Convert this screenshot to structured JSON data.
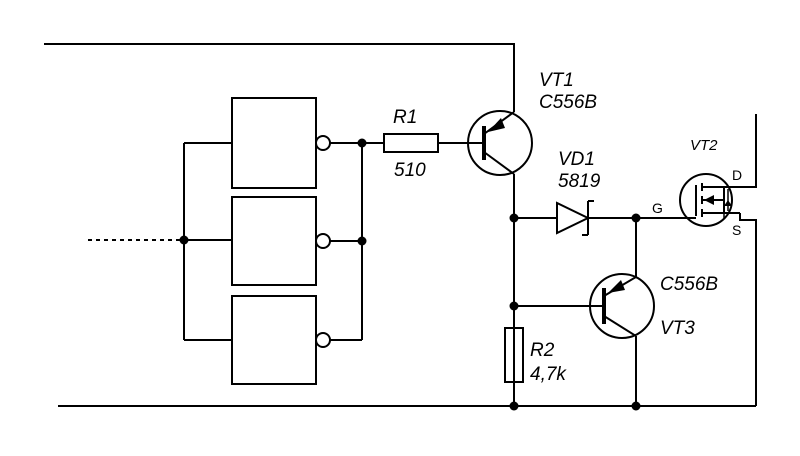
{
  "labels": {
    "vt1_name": "VT1",
    "vt1_part": "C556B",
    "r1_name": "R1",
    "r1_value": "510",
    "vd1_name": "VD1",
    "vd1_part": "5819",
    "vt2_name": "VT2",
    "vt2_d": "D",
    "vt2_g": "G",
    "vt2_s": "S",
    "vt3_part": "C556B",
    "vt3_name": "VT3",
    "r2_name": "R2",
    "r2_value": "4,7k"
  }
}
